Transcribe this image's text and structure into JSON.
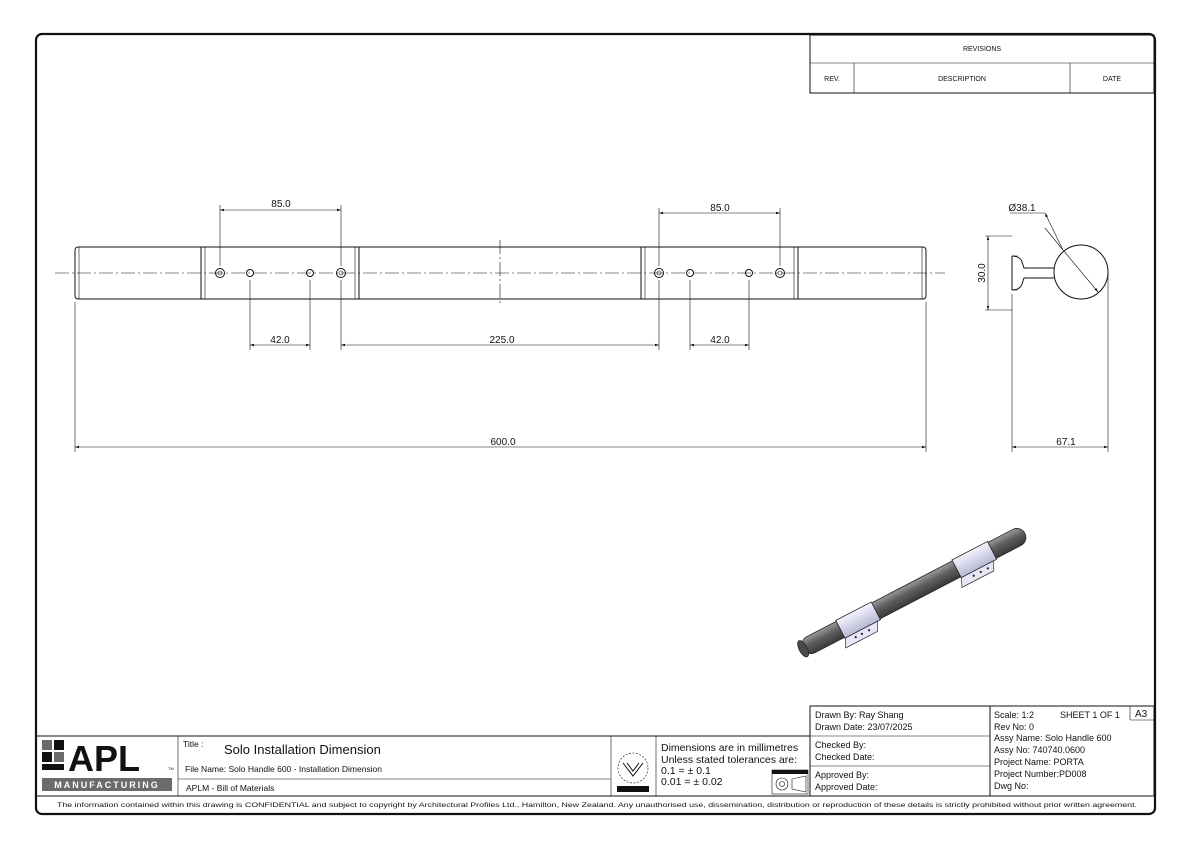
{
  "revisions": {
    "title": "REVISIONS",
    "col_rev": "REV.",
    "col_description": "DESCRIPTION",
    "col_date": "DATE"
  },
  "dimensions": {
    "left_hole_span": "85.0",
    "right_hole_span": "85.0",
    "left_inner_span": "42.0",
    "right_inner_span": "42.0",
    "bracket_gap": "225.0",
    "overall_length": "600.0",
    "diameter": "Ø38.1",
    "bracket_height": "30.0",
    "side_depth": "67.1"
  },
  "title_block": {
    "drawn_by": "Drawn By: Ray Shang",
    "drawn_date": "Drawn Date: 23/07/2025",
    "checked_by": "Checked By:",
    "checked_date": "Checked Date:",
    "approved_by": "Approved By:",
    "approved_date": "Approved Date:",
    "scale": "Scale: 1:2",
    "sheet": "SHEET 1 OF 1",
    "size": "A3",
    "rev_no": "Rev No: 0",
    "assy_name": "Assy Name: Solo Handle 600",
    "assy_no": "Assy No: 740740.0600",
    "project_name": "Project Name: PORTA",
    "project_number": "Project Number:PD008",
    "dwg_no": "Dwg No:",
    "title_label": "Title :",
    "title": "Solo Installation Dimension",
    "file_name": "File Name: Solo Handle 600 - Installation Dimension",
    "bom": "APLM - Bill of Materials",
    "units_line1": "Dimensions are in millimetres",
    "units_line2": "Unless stated tolerances are:",
    "tol1": "0.1   = ± 0.1",
    "tol2": "0.01 = ± 0.02"
  },
  "logo": {
    "name": "APL",
    "tm": "TM",
    "sub": "MANUFACTURING"
  },
  "footer": {
    "confidential": "The information contained within this drawing is CONFIDENTIAL and subject to copyright by Architectural Profiles Ltd., Hamilton, New Zealand.  Any unauthorised use, dissemination, distribution or reproduction of these details is strictly prohibited without prior written agreement."
  },
  "colors": {
    "line": "#111111",
    "rod_shade": "#6e6e6e",
    "bracket_shade": "#dcdcf0",
    "logo_grey": "#6b6b6b"
  }
}
